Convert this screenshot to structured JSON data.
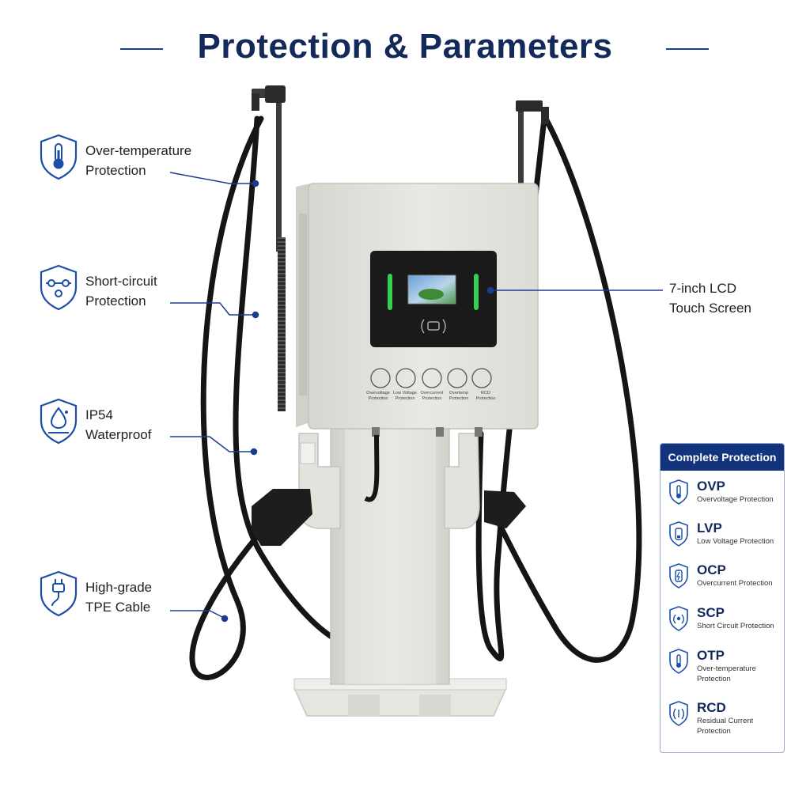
{
  "page": {
    "title": "Protection & Parameters",
    "accent_color": "#1b3d8f",
    "title_color": "#12295a"
  },
  "features": [
    {
      "name": "over-temperature",
      "icon": "thermometer-shield-icon",
      "line1": "Over-temperature",
      "line2": "Protection"
    },
    {
      "name": "short-circuit",
      "icon": "circuit-shield-icon",
      "line1": "Short-circuit",
      "line2": "Protection"
    },
    {
      "name": "waterproof",
      "icon": "water-drop-shield-icon",
      "line1": "IP54",
      "line2": "Waterproof"
    },
    {
      "name": "cable",
      "icon": "plug-cable-shield-icon",
      "line1": "High-grade",
      "line2": "TPE Cable"
    }
  ],
  "screen_callout": {
    "line1": "7-inch LCD",
    "line2": "Touch Screen"
  },
  "charger_panel_labels": [
    {
      "line1": "Overvoltage",
      "line2": "Protection"
    },
    {
      "line1": "Low Voltage",
      "line2": "Protection"
    },
    {
      "line1": "Overcurrent",
      "line2": "Protection"
    },
    {
      "line1": "Overtemp",
      "line2": "Protection"
    },
    {
      "line1": "RCD",
      "line2": "Protection"
    }
  ],
  "protection_panel": {
    "header": "Complete Protection",
    "header_color": "#12347c",
    "items": [
      {
        "code": "OVP",
        "desc1": "Overvoltage Protection",
        "desc2": "",
        "icon": "thermometer-shield-icon"
      },
      {
        "code": "LVP",
        "desc1": "Low Voltage Protection",
        "desc2": "",
        "icon": "battery-low-shield-icon"
      },
      {
        "code": "OCP",
        "desc1": "Overcurrent Protection",
        "desc2": "",
        "icon": "battery-shield-icon"
      },
      {
        "code": "SCP",
        "desc1": "Short Circuit Protection",
        "desc2": "",
        "icon": "circuit-shield-icon"
      },
      {
        "code": "OTP",
        "desc1": "Over-temperature",
        "desc2": "Protection",
        "icon": "thermometer-shield-icon"
      },
      {
        "code": "RCD",
        "desc1": "Residual Current",
        "desc2": "Protection",
        "icon": "current-shield-icon"
      }
    ]
  }
}
